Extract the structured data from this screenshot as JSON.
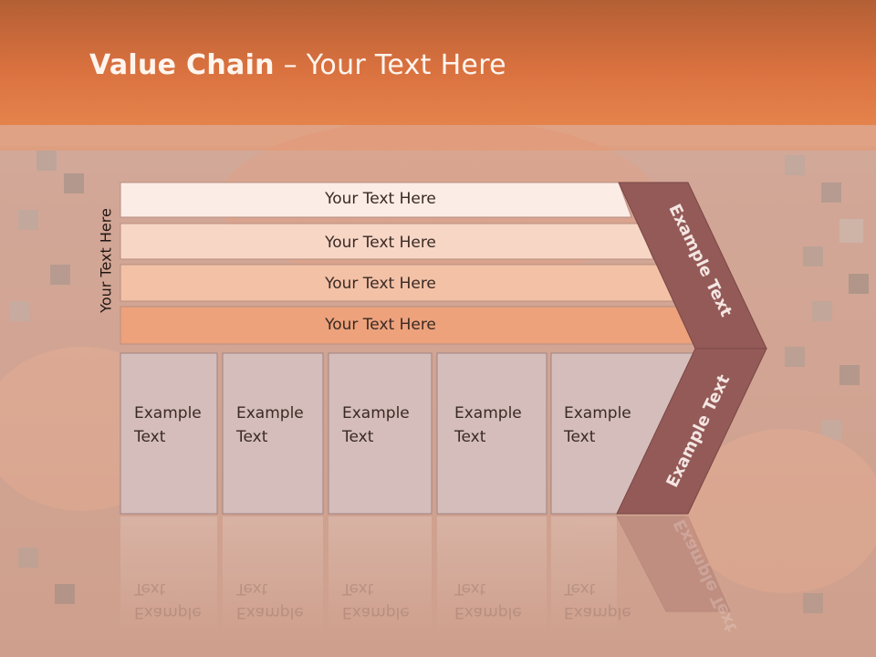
{
  "slide": {
    "title_bold": "Value Chain",
    "title_rest": " – Your Text Here"
  },
  "side_label": "Your Text Here",
  "rows": [
    {
      "label": "Your Text Here",
      "color": "#fbece6"
    },
    {
      "label": "Your Text Here",
      "color": "#f7d6c6"
    },
    {
      "label": "Your Text Here",
      "color": "#f3c1a6"
    },
    {
      "label": "Your Text Here",
      "color": "#eda27c"
    }
  ],
  "columns": [
    {
      "line1": "Example",
      "line2": "Text"
    },
    {
      "line1": "Example",
      "line2": "Text"
    },
    {
      "line1": "Example",
      "line2": "Text"
    },
    {
      "line1": "Example",
      "line2": "Text"
    },
    {
      "line1": "Example",
      "line2": "Text"
    }
  ],
  "chevron": {
    "upper_label": "Example Text",
    "lower_label": "Example Text",
    "color": "#935a58"
  },
  "colors": {
    "header": "#d9713f",
    "column_fill": "#d5bdbb",
    "column_border": "#a08482"
  }
}
